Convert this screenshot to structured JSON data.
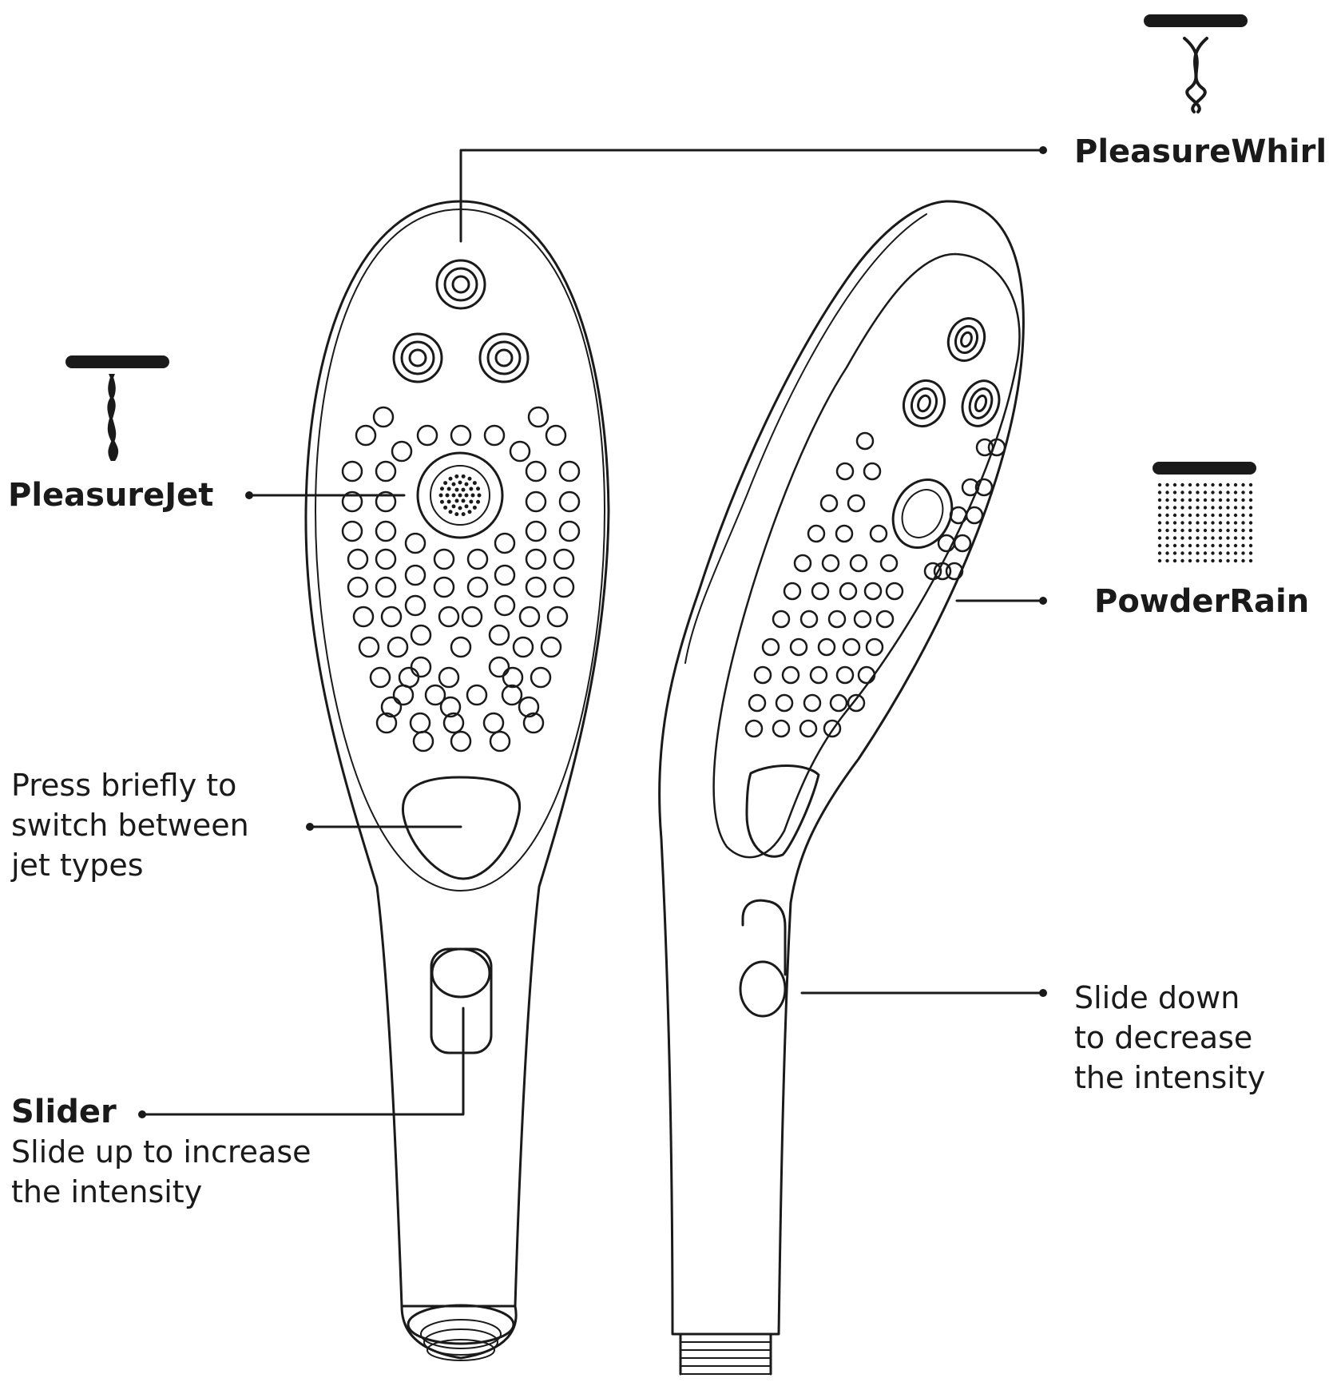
{
  "labels": {
    "pleasure_whirl": "PleasureWhirl",
    "pleasure_jet": "PleasureJet",
    "powder_rain": "PowderRain",
    "button_note": [
      "Press briefly to",
      "switch between",
      "jet types"
    ],
    "slider_title": "Slider",
    "slider_note": [
      "Slide up to increase",
      "the intensity"
    ],
    "slide_down_note": [
      "Slide down",
      "to decrease",
      "the intensity"
    ]
  },
  "icons": {
    "whirl": "twisted-stream-icon",
    "jet": "single-stream-icon",
    "rain": "dotted-rain-icon"
  },
  "colors": {
    "line": "#1a1a1a",
    "background": "#ffffff"
  }
}
